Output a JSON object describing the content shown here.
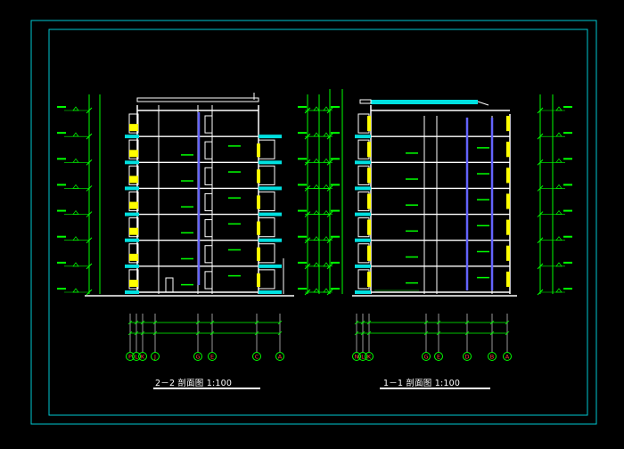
{
  "drawing": {
    "colors": {
      "background": "#000000",
      "frame": "#00c8d2",
      "structure": "#ffffff",
      "dimension": "#00ff00",
      "accent": "#ffff00",
      "slab": "#00e0e0",
      "column": "#6464ff",
      "axis_label": "#ff4040"
    },
    "left_view": {
      "title": "2－2 剖面图 1:100",
      "axes": [
        "P",
        "L",
        "K",
        "J",
        "G",
        "E",
        "C",
        "A"
      ],
      "floors": 7
    },
    "right_view": {
      "title": "1－1 剖面图 1:100",
      "axes": [
        "N",
        "L",
        "K",
        "G",
        "E",
        "D",
        "B",
        "A"
      ],
      "floors": 7
    }
  }
}
